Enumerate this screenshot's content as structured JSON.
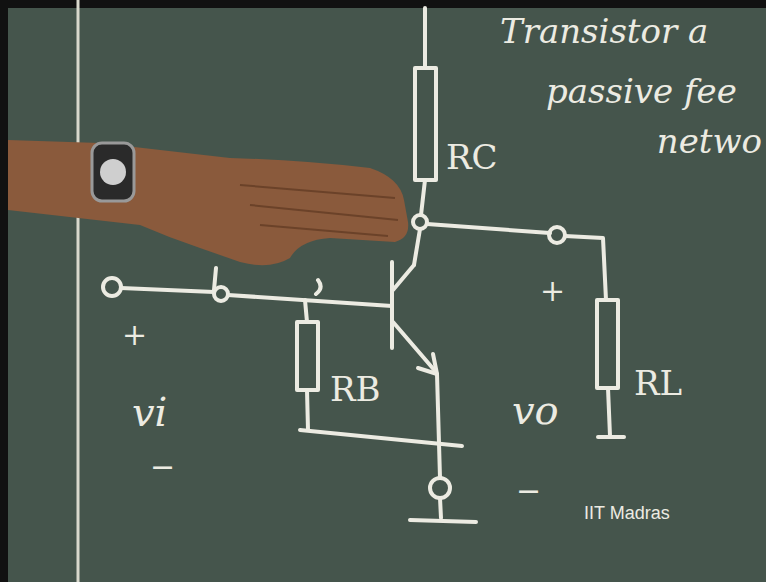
{
  "diagram": {
    "labels": [
      "Transistor a",
      "passive fee",
      "netwo",
      "RC",
      "RB",
      "RL",
      "+",
      "vi",
      "−",
      "+",
      "vo",
      "−",
      "IIT Madras"
    ]
  }
}
